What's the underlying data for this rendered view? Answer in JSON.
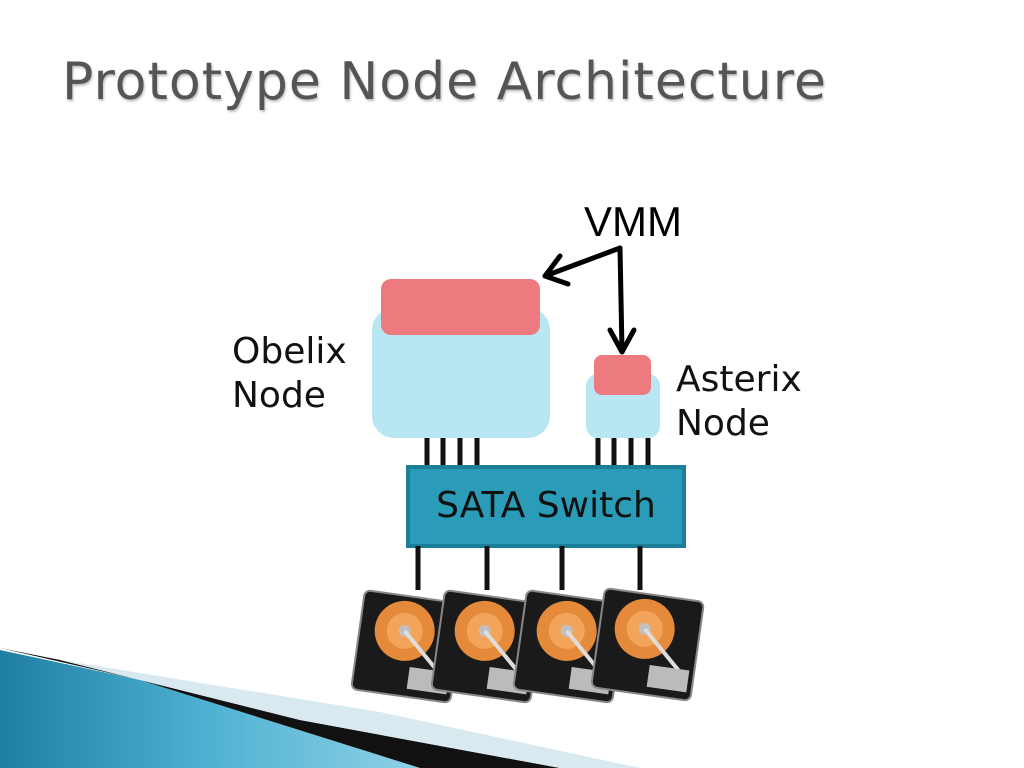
{
  "title": "Prototype Node Architecture",
  "diagram": {
    "vmm_label": "VMM",
    "obelix_label_line1": "Obelix",
    "obelix_label_line2": "Node",
    "asterix_label_line1": "Asterix",
    "asterix_label_line2": "Node",
    "switch_label": "SATA Switch",
    "disk_count": 4
  },
  "colors": {
    "node_body": "#b8e6f2",
    "vmm_box": "#ec7a7f",
    "switch_fill": "#2a9cb8",
    "switch_border": "#1c7f99",
    "title_text": "#555555",
    "accent_wave": "#2f93b5"
  },
  "icons": [
    "hard-drive-icon",
    "arrow-icon"
  ]
}
